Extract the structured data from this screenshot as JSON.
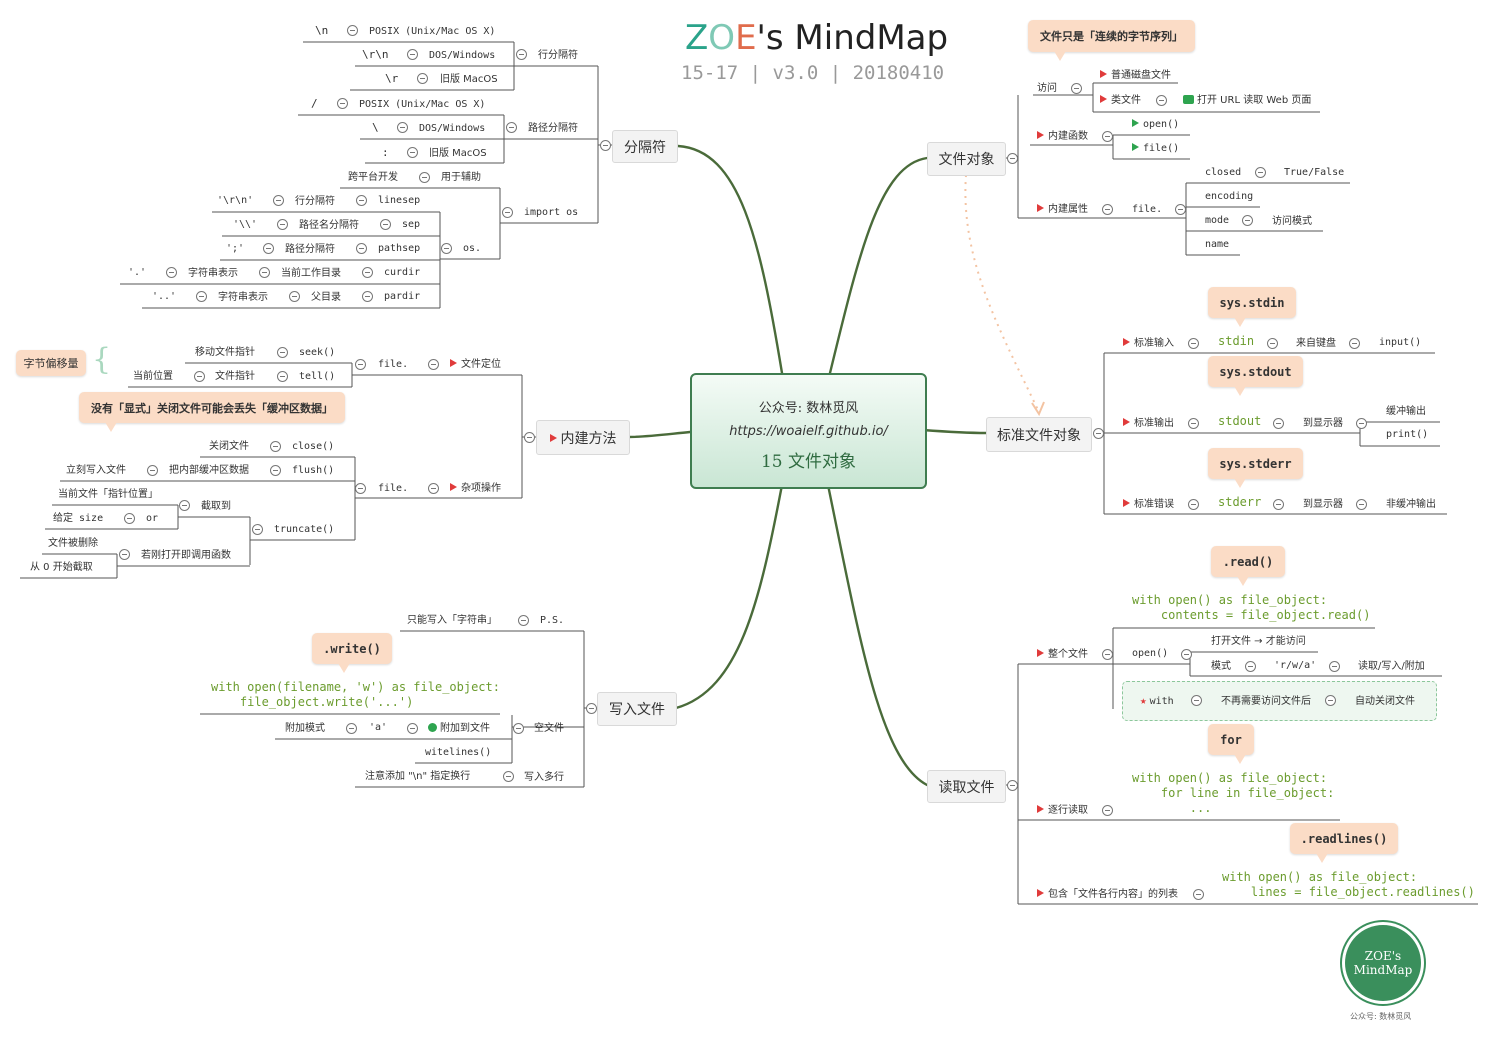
{
  "header": {
    "logo_z": "Z",
    "logo_o": "O",
    "logo_e": "E",
    "logo_rest": "'s MindMap",
    "subtitle": "15-17 | v3.0 | 20180410"
  },
  "central": {
    "line1": "公众号: 数林觅风",
    "line2": "https://woaielf.github.io/",
    "line3": "15  文件对象"
  },
  "branches": {
    "separator": "分隔符",
    "file_object": "文件对象",
    "builtin_methods": "内建方法",
    "std_file": "标准文件对象",
    "write_file": "写入文件",
    "read_file": "读取文件"
  },
  "separator": {
    "newline": "行分隔符",
    "n": "\\n",
    "n_desc": "POSIX (Unix/Mac OS X)",
    "rn": "\\r\\n",
    "rn_desc": "DOS/Windows",
    "r": "\\r",
    "r_desc": "旧版 MacOS",
    "path": "路径分隔符",
    "slash": "/",
    "slash_desc": "POSIX (Unix/Mac OS X)",
    "bslash": "\\",
    "bslash_desc": "DOS/Windows",
    "colon": ":",
    "colon_desc": "旧版 MacOS",
    "import_os": "import os",
    "cross": "跨平台开发",
    "aux": "用于辅助",
    "os": "os.",
    "linesep": "linesep",
    "linesep_v": "'\\r\\n'",
    "linesep_d": "行分隔符",
    "sep": "sep",
    "sep_v": "'\\\\'",
    "sep_d": "路径名分隔符",
    "pathsep": "pathsep",
    "pathsep_v": "';'",
    "pathsep_d": "路径分隔符",
    "curdir": "curdir",
    "curdir_v": "'.'",
    "curdir_s": "字符串表示",
    "curdir_d": "当前工作目录",
    "pardir": "pardir",
    "pardir_v": "'..'",
    "pardir_s": "字符串表示",
    "pardir_d": "父目录"
  },
  "fileobj": {
    "callout": "文件只是「连续的字节序列」",
    "access": "访问",
    "disk": "普通磁盘文件",
    "like": "类文件",
    "url": "打开 URL 读取 Web 页面",
    "builtin_fn": "内建函数",
    "open": "open()",
    "file": "file()",
    "attr": "内建属性",
    "file_dot": "file.",
    "closed": "closed",
    "truefalse": "True/False",
    "encoding": "encoding",
    "mode": "mode",
    "access_mode": "访问模式",
    "name": "name"
  },
  "methods": {
    "byte_offset": "字节偏移量",
    "move_ptr": "移动文件指针",
    "seek": "seek()",
    "cur_pos": "当前位置",
    "file_ptr": "文件指针",
    "tell": "tell()",
    "file_dot": "file.",
    "file_pos": "文件定位",
    "warn": "没有「显式」关闭文件可能会丢失「缓冲区数据」",
    "close_file": "关闭文件",
    "close": "close()",
    "write_now": "立刻写入文件",
    "flush_desc": "把内部缓冲区数据",
    "flush": "flush()",
    "misc": "杂项操作",
    "cur_file": "当前文件「指针位置」",
    "size": "给定 size",
    "or": "or",
    "trunc_to": "截取到",
    "truncate": "truncate()",
    "deleted": "文件被删除",
    "from0": "从 0 开始截取",
    "just_open": "若刚打开即调用函数"
  },
  "stdfile": {
    "stdin_c": "sys.stdin",
    "stdin_l": "标准输入",
    "stdin": "stdin",
    "kbd": "来自键盘",
    "input": "input()",
    "stdout_c": "sys.stdout",
    "stdout_l": "标准输出",
    "stdout": "stdout",
    "disp1": "到显示器",
    "buffered": "缓冲输出",
    "print": "print()",
    "stderr_c": "sys.stderr",
    "stderr_l": "标准错误",
    "stderr": "stderr",
    "disp2": "到显示器",
    "unbuffered": "非缓冲输出"
  },
  "write": {
    "only_str": "只能写入「字符串」",
    "ps": "P.S.",
    "callout": ".write()",
    "code": "with open(filename, 'w') as file_object:\n    file_object.write('...')",
    "append_mode": "附加模式",
    "a": "'a'",
    "append_to": "附加到文件",
    "empty": "空文件",
    "writelines": "witelines()",
    "note": "注意添加 \"\\n\" 指定换行",
    "multi": "写入多行"
  },
  "read": {
    "callout_read": ".read()",
    "code_read": "with open() as file_object:\n    contents = file_object.read()",
    "whole": "整个文件",
    "open": "open()",
    "open_file": "打开文件 → 才能访问",
    "mode": "模式",
    "rwa": "'r/w/a'",
    "rwa_d": "读取/写入/附加",
    "with": "with",
    "no_need": "不再需要访问文件后",
    "auto_close": "自动关闭文件",
    "callout_for": "for",
    "code_for": "with open() as file_object:\n    for line in file_object:\n        ...",
    "by_line": "逐行读取",
    "callout_rl": ".readlines()",
    "code_rl": "with open() as file_object:\n    lines = file_object.readlines()",
    "list": "包含「文件各行内容」的列表"
  },
  "seal": {
    "line1": "ZOE's",
    "line2": "MindMap",
    "caption": "公众号: 数林觅风"
  },
  "colors": {
    "branch_line": "#4a6b3a",
    "code": "#6b9c2e",
    "callout": "#fbdcc6",
    "central_border": "#3f7d50",
    "flag": "#e03b3b"
  }
}
